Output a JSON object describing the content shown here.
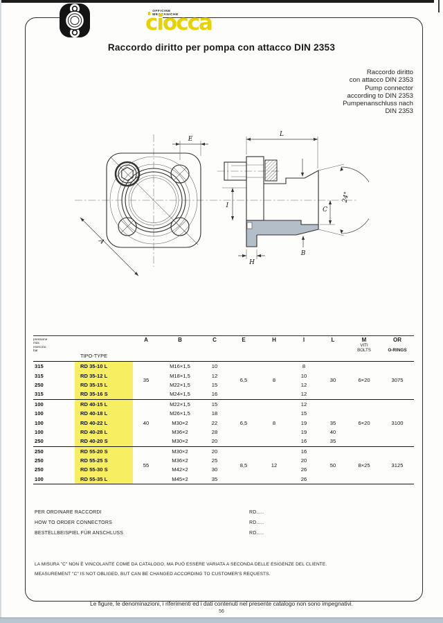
{
  "brand": {
    "name": "ciocca",
    "tagline": "OFFICINE MECCANICHE"
  },
  "header": {
    "title": "Raccordo diritto per pompa con attacco DIN 2353",
    "subtitle_lines": [
      "Raccordo diritto",
      "con attacco DIN 2353",
      "Pump connector",
      "according to DIN 2353",
      "Pumpenanschluss nach",
      "DIN 2353"
    ]
  },
  "drawing": {
    "labels": {
      "a": "A",
      "e": "E",
      "l": "L",
      "i": "I",
      "c": "C",
      "b": "B",
      "h": "H",
      "angle": "24°"
    }
  },
  "table": {
    "header": {
      "pressure_lines": [
        "pressione",
        "max",
        "esercizio",
        "bar"
      ],
      "type": "TIPO-TYPE",
      "cols": [
        "A",
        "B",
        "C",
        "E",
        "H",
        "I",
        "L"
      ],
      "m_col": [
        "M",
        "VITI",
        "BOLTS"
      ],
      "or_col": [
        "OR",
        "O-RINGS"
      ]
    },
    "groups": [
      {
        "a": "35",
        "e": "6,5",
        "h": "8",
        "l": "30",
        "m": "6×20",
        "or": "3075",
        "rows": [
          {
            "pressure": "315",
            "type": "RD 35-10 L",
            "b": "M16×1,5",
            "c": "10",
            "i": "8"
          },
          {
            "pressure": "315",
            "type": "RD 35-12 L",
            "b": "M18×1,5",
            "c": "12",
            "i": "10"
          },
          {
            "pressure": "250",
            "type": "RD 35-15 L",
            "b": "M22×1,5",
            "c": "15",
            "i": "12"
          },
          {
            "pressure": "315",
            "type": "RD 35-16 S",
            "b": "M24×1,5",
            "c": "16",
            "i": "12"
          }
        ]
      },
      {
        "a": "40",
        "e": "6,5",
        "h": "8",
        "m": "6×20",
        "or": "3100",
        "rows": [
          {
            "pressure": "100",
            "type": "RD 40-15 L",
            "b": "M22×1,5",
            "c": "15",
            "i": "12",
            "l": ""
          },
          {
            "pressure": "100",
            "type": "RD 40-18 L",
            "b": "M26×1,5",
            "c": "18",
            "i": "15",
            "l": ""
          },
          {
            "pressure": "100",
            "type": "RD 40-22 L",
            "b": "M30×2",
            "c": "22",
            "i": "19",
            "l": "35"
          },
          {
            "pressure": "100",
            "type": "RD 40-28 L",
            "b": "M36×2",
            "c": "28",
            "i": "19",
            "l": "40"
          },
          {
            "pressure": "250",
            "type": "RD 40-20 S",
            "b": "M30×2",
            "c": "20",
            "i": "16",
            "l": "35"
          }
        ]
      },
      {
        "a": "55",
        "e": "8,5",
        "h": "12",
        "l": "50",
        "m": "8×25",
        "or": "3125",
        "rows": [
          {
            "pressure": "250",
            "type": "RD 55-20 S",
            "b": "M30×2",
            "c": "20",
            "i": "16"
          },
          {
            "pressure": "250",
            "type": "RD 55-25 S",
            "b": "M36×2",
            "c": "25",
            "i": "20"
          },
          {
            "pressure": "250",
            "type": "RD 55-30 S",
            "b": "M42×2",
            "c": "30",
            "i": "26"
          },
          {
            "pressure": "100",
            "type": "RD 55-35 L",
            "b": "M45×2",
            "c": "35",
            "i": "26"
          }
        ]
      }
    ]
  },
  "ordering": {
    "items": [
      {
        "label": "PER ORDINARE RACCORDI",
        "value": "RD....."
      },
      {
        "label": "HOW TO ORDER CONNECTORS",
        "value": "RD....."
      },
      {
        "label": "BESTELLBEISPIEL FÜR ANSCHLUSS",
        "value": "RD....."
      }
    ]
  },
  "notes": {
    "it": "LA MISURA \"C\" NON È VINCOLANTE COME DA CATALOGO, MA PUÒ ESSERE VARIATA A SECONDA DELLE ESIGENZE DEL CLIENTE.",
    "en": "MEASUREMENT \"C\" IS NOT OBLIGED, BUT CAN BE CHANGED ACCORDING TO CUSTOMER'S REQUESTS."
  },
  "footer": {
    "disclaimer": "Le figure, le denominazioni, i riferimenti ed i dati contenuti nel presente catalogo non sono impegnativi.",
    "page_number": "56"
  },
  "colors": {
    "highlight": "#f7ee62",
    "brand_yellow": "#e7d208",
    "section_gray": "#aeb9c4",
    "footer_strip": "#b8c6d2"
  }
}
